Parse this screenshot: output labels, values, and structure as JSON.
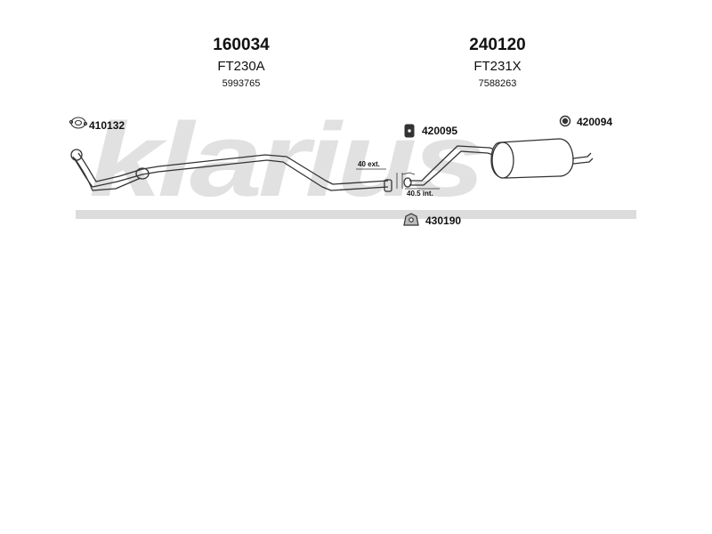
{
  "logo": {
    "text": "klarius"
  },
  "sections": [
    {
      "part_number": "160034",
      "code": "FT230A",
      "oe_number": "5993765"
    },
    {
      "part_number": "240120",
      "code": "FT231X",
      "oe_number": "7588263"
    }
  ],
  "accessories": [
    {
      "id": "acc-410132",
      "number": "410132",
      "icon": "gasket-icon"
    },
    {
      "id": "acc-420095",
      "number": "420095",
      "icon": "clamp-icon"
    },
    {
      "id": "acc-420094",
      "number": "420094",
      "icon": "ring-icon"
    },
    {
      "id": "acc-430190",
      "number": "430190",
      "icon": "rubber-mount-icon"
    }
  ],
  "dimensions": {
    "ext_label": "40 ext.",
    "int_label": "40.5 int."
  },
  "colors": {
    "watermark": "#dcdcdc",
    "line": "#333333"
  }
}
